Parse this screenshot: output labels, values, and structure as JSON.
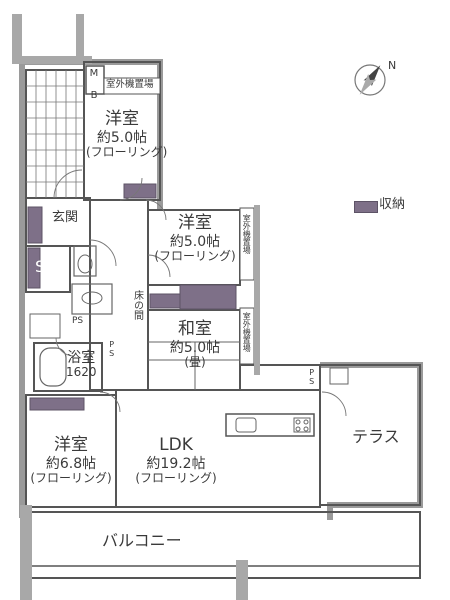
{
  "compass": {
    "label": "N"
  },
  "legend": {
    "label": "収納"
  },
  "rooms": {
    "west1": {
      "name": "洋室",
      "size": "約5.0帖",
      "floor": "(フローリング)"
    },
    "west2": {
      "name": "洋室",
      "size": "約5.0帖",
      "floor": "(フローリング)"
    },
    "washitsu": {
      "name": "和室",
      "size": "約5.0帖",
      "floor": "(畳)"
    },
    "west3": {
      "name": "洋室",
      "size": "約6.8帖",
      "floor": "(フローリング)"
    },
    "ldk": {
      "name": "LDK",
      "size": "約19.2帖",
      "floor": "(フローリング)"
    }
  },
  "labels": {
    "mb": "M B",
    "outdoor_unit_top": "室外機置場",
    "outdoor_unit_mid": "室外機置場",
    "outdoor_unit_low": "室外機置場",
    "genkan": "玄関",
    "sic": "SIC",
    "tokonoma": "床の間",
    "ps1": "PS",
    "ps2": "PS",
    "ps3": "PS",
    "bath": "浴室",
    "bath_size": "1620",
    "terrace": "テラス",
    "balcony": "バルコニー"
  },
  "colors": {
    "storage": "#7e7088",
    "wall": "#9a9a9a",
    "wall_fill": "#a8a8a8",
    "line": "#555555"
  }
}
